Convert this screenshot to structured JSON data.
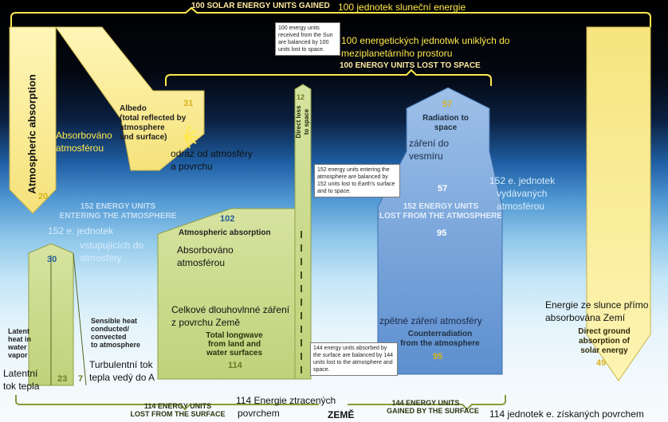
{
  "header": {
    "solar_gained_en": "100 SOLAR ENERGY UNITS GAINED",
    "solar_gained_cz": "100 jednotek sluneční energie",
    "escaped_cz_1": "100 energetických jednotwk uniklých do",
    "escaped_cz_2": "meziplanetárního prostoru",
    "lost_to_space_en": "100 ENERGY UNITS LOST TO SPACE"
  },
  "notes": {
    "balance_top": "100 energy units received from the Sun are balanced by 100 units lost to space.",
    "balance_atmosphere": "152 energy units entering the atmosphere are balanced by 152 units lost to Earth's surface and to space.",
    "balance_surface": "144 energy units absorbed by the surface are balanced by 144 units lost to the atmosphere and space."
  },
  "atmospheric_absorption": {
    "label_en": "Atmospheric absorption",
    "value": "20",
    "cz_1": "Absorbováno",
    "cz_2": "atmosférou"
  },
  "albedo": {
    "label_en_1": "Albedo",
    "label_en_2": "(total reflected by",
    "label_en_3": "atmosphere",
    "label_en_4": "and surface)",
    "value": "31",
    "cz_1": "odraz od atmosféry",
    "cz_2": "a povrchu"
  },
  "direct_loss": {
    "label_en_1": "Direct loss",
    "label_en_2": "to space",
    "value": "12"
  },
  "radiation_to_space": {
    "label_en_1": "Radiation to",
    "label_en_2": "space",
    "value_top": "57",
    "value_mid": "57",
    "cz_1": "záření do",
    "cz_2": "vesmíru"
  },
  "entering_atmosphere": {
    "en_1": "152 ENERGY UNITS",
    "en_2": "ENTERING THE ATMOSPHERE",
    "cz_1": "152 e. jednotek",
    "cz_2": "vstupujících do",
    "cz_3": "atmosféry"
  },
  "lost_from_atmosphere": {
    "en_1": "152 ENERGY UNITS",
    "en_2": "LOST FROM THE ATMOSPHERE",
    "value": "95",
    "cz_1": "152 e. jednotek",
    "cz_2": "vydávaných",
    "cz_3": "atmosférou"
  },
  "atm_absorption_block": {
    "value": "102",
    "label_en": "Atmospheric absorption",
    "cz_1": "Absorbováno",
    "cz_2": "atmosférou",
    "cz_longwave_1": "Celkové dlouhovlnné záření",
    "cz_longwave_2": "z povrchu Země",
    "longwave_en_1": "Total longwave",
    "longwave_en_2": "from land and",
    "longwave_en_3": "water surfaces",
    "longwave_value": "114"
  },
  "latent_heat": {
    "value_top": "30",
    "en_1": "Latent",
    "en_2": "heat in",
    "en_3": "water",
    "en_4": "vapor",
    "value": "23",
    "cz_1": "Latentní",
    "cz_2": "tok tepla"
  },
  "sensible_heat": {
    "en_1": "Sensible heat",
    "en_2": "conducted/",
    "en_3": "convected",
    "en_4": "to atmosphere",
    "value": "7",
    "cz_1": "Turbulentní tok",
    "cz_2": "tepla vedý do A"
  },
  "counterradiation": {
    "cz": "zpětné záření atmosféry",
    "en_1": "Counterradiation",
    "en_2": "from the atmosphere",
    "value": "95"
  },
  "direct_ground": {
    "cz_1": "Energie ze slunce přímo",
    "cz_2": "absorbována Zemí",
    "en_1": "Direct ground",
    "en_2": "absorption of",
    "en_3": "solar energy",
    "value": "49"
  },
  "footer": {
    "lost_surface_en_1": "114 ENERGY UNITS",
    "lost_surface_en_2": "LOST FROM THE SURFACE",
    "lost_surface_cz_1": "114 Energie ztracených",
    "lost_surface_cz_2": "povrchem",
    "earth_label": "ZEMĚ",
    "gained_surface_en_1": "144 ENERGY UNITS",
    "gained_surface_en_2": "GAINED BY THE SURFACE",
    "gained_surface_cz": "114 jednotek e. získaných povrchem"
  },
  "colors": {
    "solar_yellow": "#f7e98a",
    "heat_green": "#c9d98c",
    "radiation_blue": "#6f9fd6",
    "header_gold": "#ffe94a"
  }
}
